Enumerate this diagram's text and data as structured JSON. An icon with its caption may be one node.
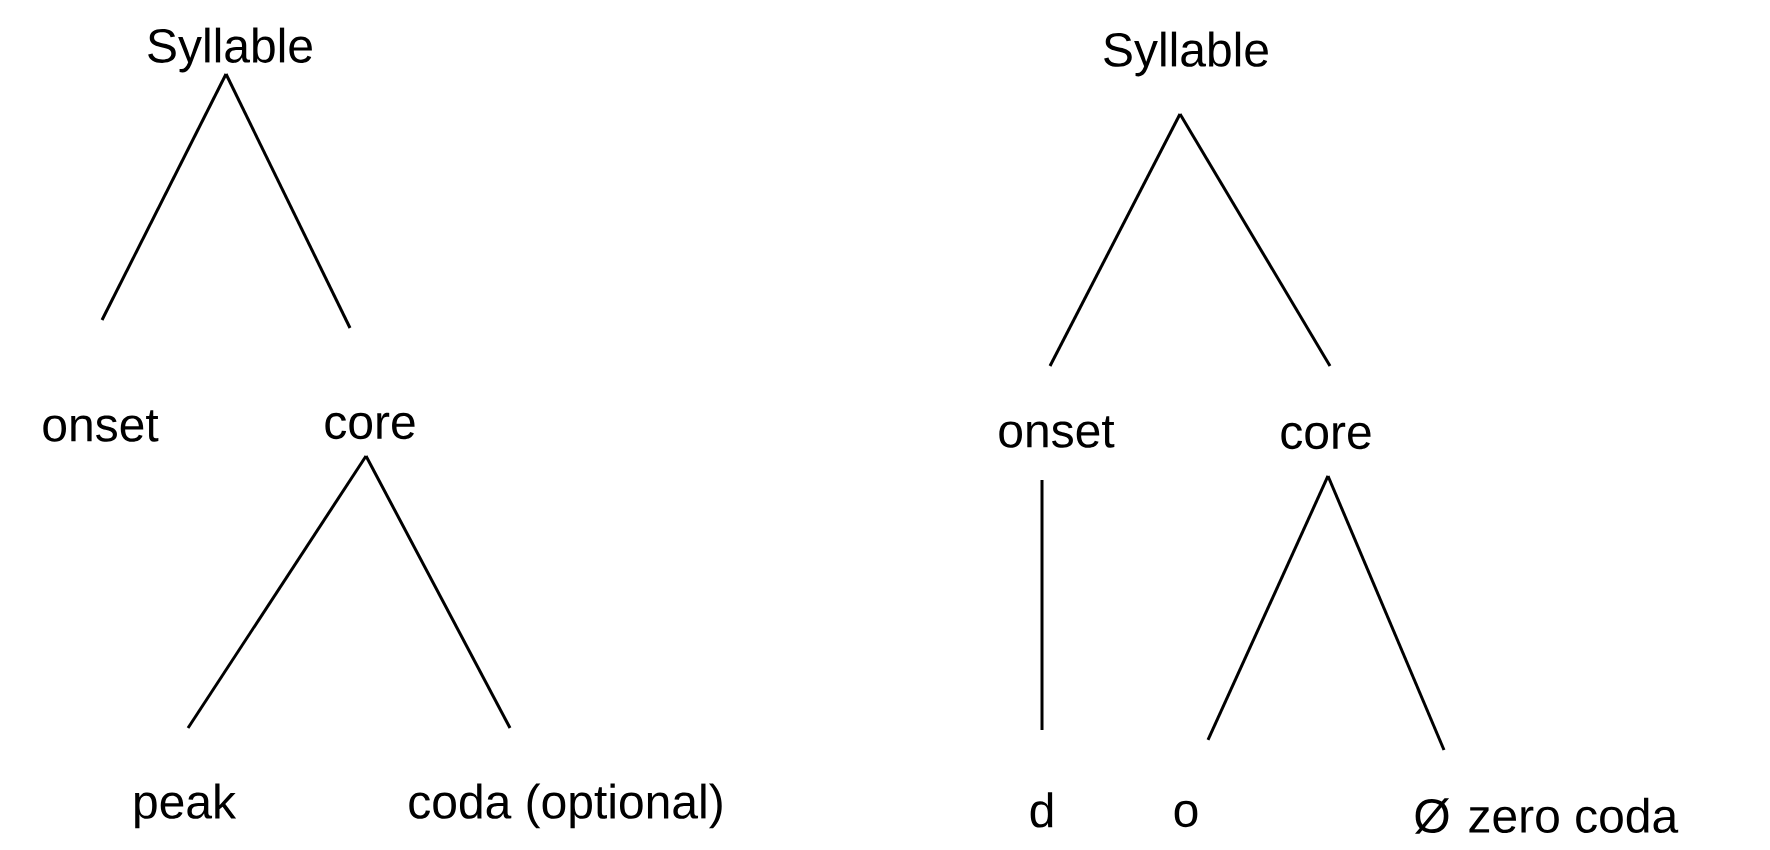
{
  "diagram": {
    "nodes": [
      {
        "text": [
          "Syllable"
        ]
      },
      {
        "text": [
          "onset"
        ]
      },
      {
        "text": [
          "core"
        ]
      },
      {
        "text": [
          "peak"
        ]
      },
      {
        "text": [
          "coda (optional)"
        ]
      },
      {
        "text": [
          "Syllable"
        ]
      },
      {
        "text": [
          "onset"
        ]
      },
      {
        "text": [
          "core"
        ]
      },
      {
        "text": [
          "d"
        ]
      },
      {
        "text": [
          "o"
        ]
      },
      {
        "text": [
          "Ø"
        ],
        "beside": [
          "zero coda"
        ]
      }
    ],
    "edges": [
      {
        "from": 0,
        "to": 1,
        "arrow": "none"
      },
      {
        "from": 0,
        "to": 2,
        "arrow": "none"
      },
      {
        "from": 2,
        "to": 3,
        "arrow": "none"
      },
      {
        "from": 2,
        "to": 4,
        "arrow": "none"
      },
      {
        "from": 5,
        "to": 6,
        "arrow": "none"
      },
      {
        "from": 5,
        "to": 7,
        "arrow": "none"
      },
      {
        "from": 6,
        "to": 8,
        "arrow": "none"
      },
      {
        "from": 7,
        "to": 9,
        "arrow": "none"
      },
      {
        "from": 7,
        "to": 10,
        "arrow": "none"
      }
    ]
  }
}
